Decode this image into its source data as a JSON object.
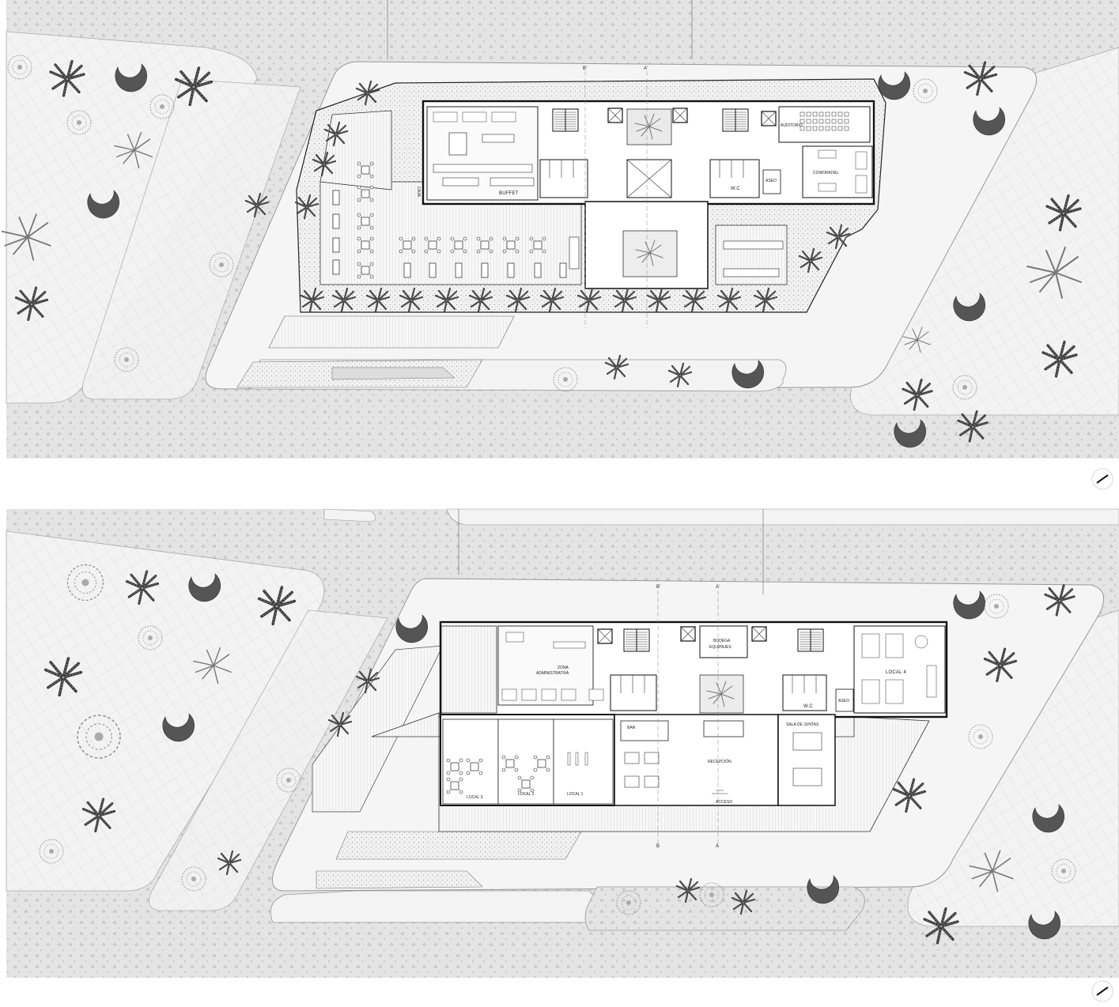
{
  "upper_plan": {
    "section_marks": [
      "B'",
      "A'"
    ],
    "rooms": {
      "buffet": "BUFFET",
      "caja": "CAJA",
      "wc": "W.C",
      "aseo": "ASEO",
      "auditorio": "AUDITORIO",
      "coworking": "COWORKING"
    }
  },
  "lower_plan": {
    "section_marks_top": [
      "B'",
      "A'"
    ],
    "section_marks_bottom": [
      "B",
      "A"
    ],
    "rooms": {
      "bodega": "BODEGA",
      "equipajes": "EQUIPAJES",
      "zona": "ZONA",
      "administrativa": "ADMINISTRATIVA",
      "wc": "W.C",
      "aseo": "ASEO",
      "local4": "LOCAL 4",
      "sala": "SALA DE JUNTAS",
      "bar": "BAR",
      "recepcion": "RECEPCIÓN",
      "local3": "LOCAL 3",
      "local2": "LOCAL 2",
      "local1": "LOCAL 1",
      "acceso": "ACCESO"
    }
  },
  "colors": {
    "ground": "#e3e3e3",
    "sidewalk": "#f4f4f4",
    "wall": "#111111",
    "vegetation": "#555555",
    "dark_canopy": "#444444"
  },
  "north_arrow_icon": "north-arrow-icon"
}
